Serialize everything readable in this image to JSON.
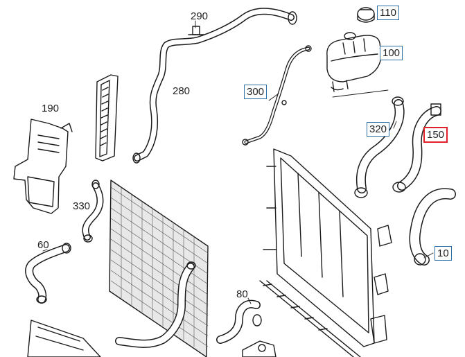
{
  "labels": {
    "l290": "290",
    "l110": "110",
    "l100": "100",
    "l280": "280",
    "l300": "300",
    "l190": "190",
    "l320": "320",
    "l150": "150",
    "l330": "330",
    "l60": "60",
    "l10": "10",
    "l80": "80"
  },
  "colors": {
    "line": "#1a1a1a",
    "box": "#2a6fa8",
    "highlight": "#e0202a"
  }
}
